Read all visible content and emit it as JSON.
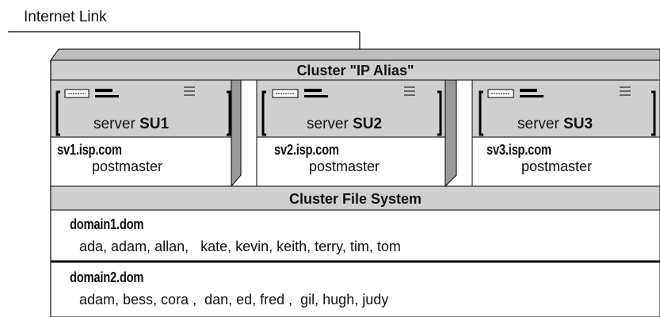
{
  "internet_link": "Internet Link",
  "cluster": {
    "title": "Cluster \"IP Alias\"",
    "file_system": "Cluster File System"
  },
  "servers": [
    {
      "prefix": "server",
      "name": "SU1",
      "host": "sv1.isp.com",
      "role": "postmaster"
    },
    {
      "prefix": "server",
      "name": "SU2",
      "host": "sv2.isp.com",
      "role": "postmaster"
    },
    {
      "prefix": "server",
      "name": "SU3",
      "host": "sv3.isp.com",
      "role": "postmaster"
    }
  ],
  "domains": [
    {
      "name": "domain1.dom",
      "users": "ada, adam, allan,   kate, kevin, keith, terry, tim, tom"
    },
    {
      "name": "domain2.dom",
      "users": "adam, bess, cora ,  dan, ed, fred ,  gil, hugh, judy"
    }
  ],
  "colors": {
    "header_fill": "#cfcfcf",
    "top_face": "#bdbdbd",
    "side_face": "#9a9a9a",
    "panel_fill": "#ffffff",
    "line": "#000000"
  }
}
